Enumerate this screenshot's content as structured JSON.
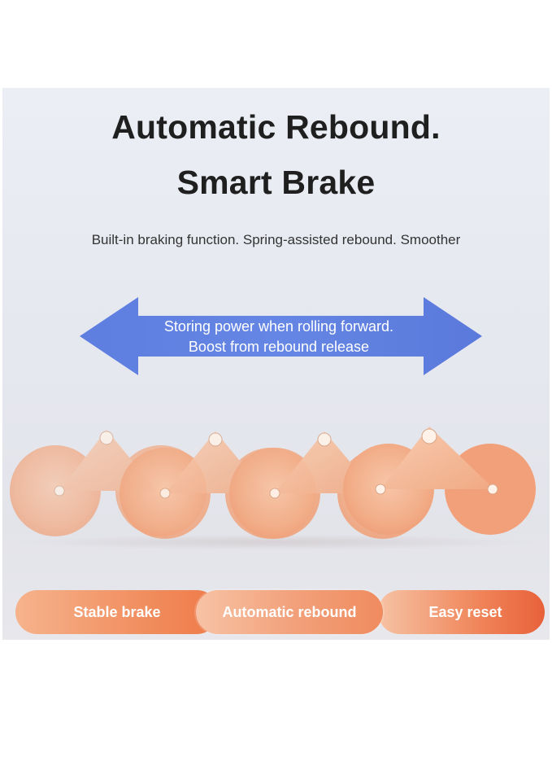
{
  "headline": {
    "line1": "Automatic Rebound.",
    "line2": "Smart Brake"
  },
  "subtitle": "Built-in braking function. Spring-assisted rebound. Smoother",
  "arrow": {
    "line1": "Storing power when rolling forward.",
    "line2": "Boost from rebound release",
    "color": "#5b7bdc"
  },
  "features": [
    {
      "label": "Stable brake"
    },
    {
      "label": "Automatic rebound"
    },
    {
      "label": "Easy reset"
    }
  ],
  "colors": {
    "roller": "#f4b896",
    "accent": "#f0845a"
  }
}
